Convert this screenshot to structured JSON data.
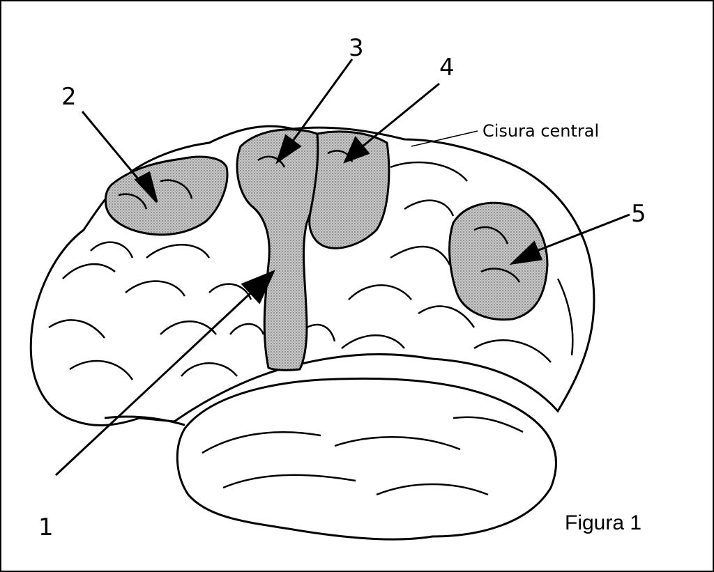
{
  "figure": {
    "caption": "Figura 1",
    "central_sulcus_label": "Cisura central",
    "labels": [
      "1",
      "2",
      "3",
      "4",
      "5"
    ],
    "colors": {
      "outline": "#000000",
      "shade": "#9a9a9a",
      "background": "#ffffff"
    }
  }
}
